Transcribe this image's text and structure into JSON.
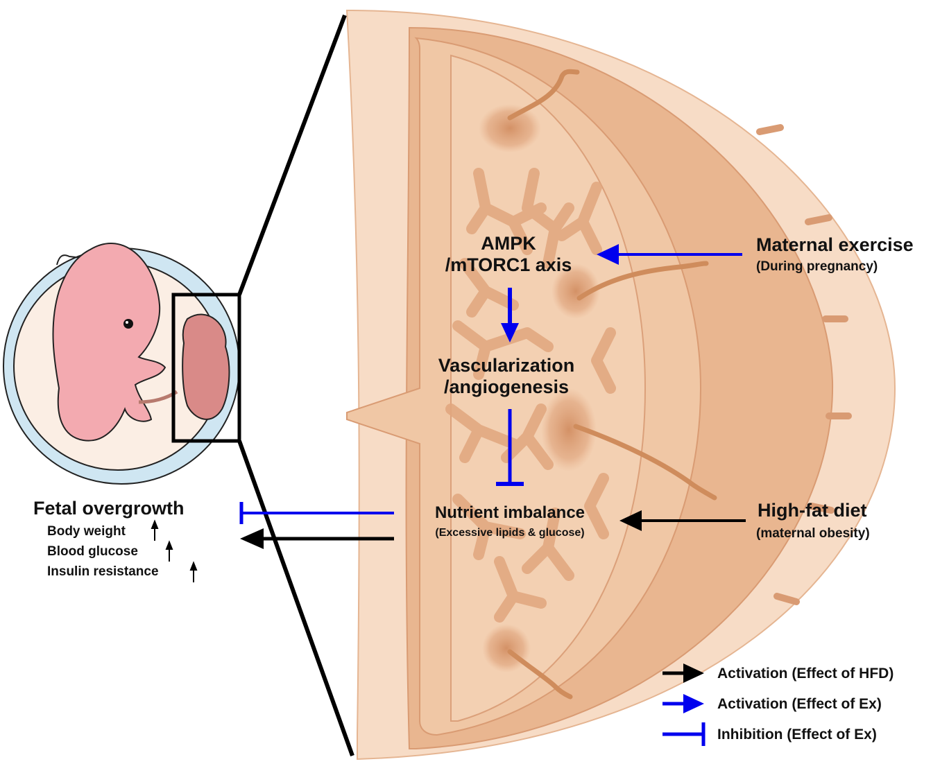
{
  "colors": {
    "placenta_light": "#f7dcc6",
    "placenta_mid": "#f0c7a5",
    "placenta_dark": "#e5ab85",
    "vessel": "#cf8c5c",
    "blue": "#0000ee",
    "black": "#000000",
    "fetus": "#f3aab0",
    "fetal_placenta": "#d98a88",
    "amnion": "#cfe6f2"
  },
  "labels": {
    "ampk_line1": "AMPK",
    "ampk_line2": "/mTORC1 axis",
    "vasc_line1": "Vascularization",
    "vasc_line2": "/angiogenesis",
    "nutrient": "Nutrient imbalance",
    "nutrient_sub": "(Excessive lipids & glucose)",
    "exercise": "Maternal exercise",
    "exercise_sub": "(During pregnancy)",
    "hfd": "High-fat diet",
    "hfd_sub": "(maternal obesity)",
    "fetal": "Fetal overgrowth",
    "fetal_items": [
      "Body weight",
      "Blood glucose",
      "Insulin resistance"
    ]
  },
  "legend": [
    {
      "label": "Activation (Effect of HFD)",
      "icon": "black-arrow-icon"
    },
    {
      "label": "Activation (Effect of Ex)",
      "icon": "blue-arrow-icon"
    },
    {
      "label": "Inhibition (Effect of Ex)",
      "icon": "blue-inhibition-icon"
    }
  ]
}
